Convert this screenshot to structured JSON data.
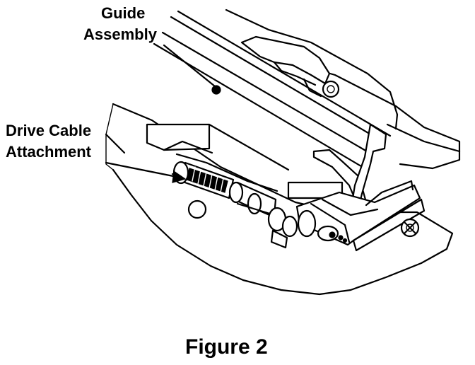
{
  "labels": {
    "guide_line1": "Guide",
    "guide_line2": "Assembly",
    "drive_line1": "Drive Cable",
    "drive_line2": "Attachment"
  },
  "caption": "Figure 2"
}
